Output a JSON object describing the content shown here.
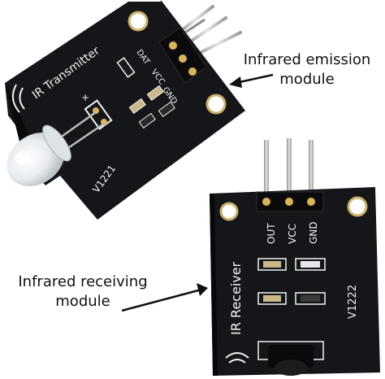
{
  "transmitter": {
    "name_label": "IR Transmitter",
    "ir_glyph": "IR",
    "pin_dat": "DAT",
    "pin_vcc": "VCC",
    "pin_gnd": "GND",
    "plus_mark": "+",
    "version": "V1221"
  },
  "receiver": {
    "name_label": "IR Receiver",
    "pin_out": "OUT",
    "pin_vcc": "VCC",
    "pin_gnd": "GND",
    "version": "V1222"
  },
  "callouts": {
    "emission_line1": "Infrared emission",
    "emission_line2": "module",
    "receiving_line1": "Infrared receiving",
    "receiving_line2": "module"
  },
  "colors": {
    "pcb": "#15161a",
    "silkscreen": "#f2f2f2",
    "pin_metal": "#c9c9c9",
    "background": "#ffffff"
  }
}
